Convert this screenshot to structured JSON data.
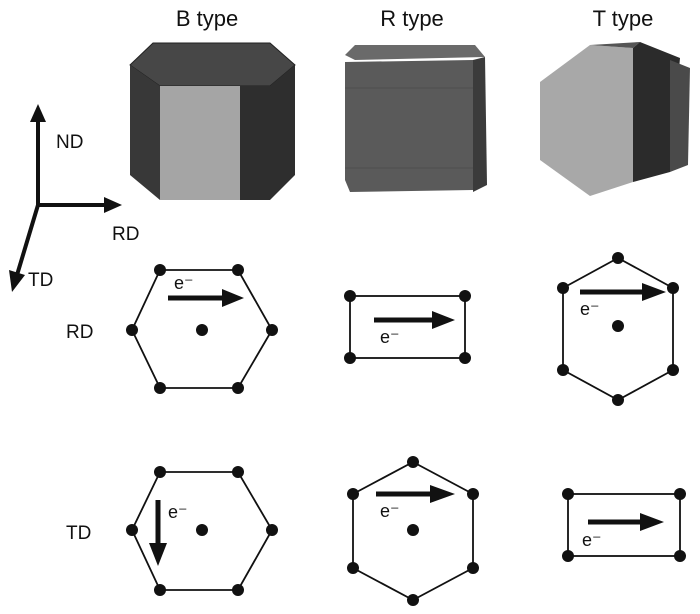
{
  "columns": [
    "B type",
    "R type",
    "T type"
  ],
  "axes": {
    "nd": "ND",
    "rd": "RD",
    "td": "TD"
  },
  "rows": [
    "RD",
    "TD"
  ],
  "electron": "e⁻",
  "colors": {
    "dark_face": "#3a3a3a",
    "mid_face": "#5e5e5e",
    "light_face": "#a9a9a9",
    "line": "#111111"
  }
}
